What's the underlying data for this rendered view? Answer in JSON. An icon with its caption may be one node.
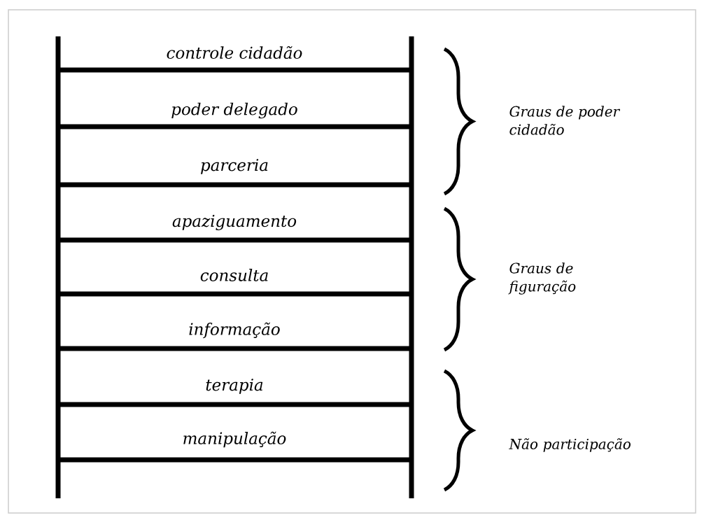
{
  "diagram": {
    "labels": [
      "controle cidadão",
      "poder delegado",
      "parceria",
      "apaziguamento",
      "consulta",
      "informação",
      "terapia",
      "manipulação",
      "Graus de poder cidadão",
      "Graus de figuração",
      "Não participação"
    ]
  }
}
